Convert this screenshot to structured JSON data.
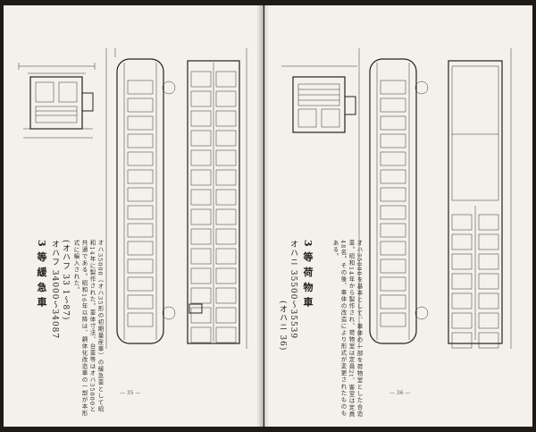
{
  "left": {
    "heading": "3 等 緩 急 車",
    "subtitle": "オハフ 34000〜34087",
    "note": "(オハフ 33 1〜87)",
    "body": "オハ35000（オハ35形の初期量産車）の緩急車として昭和14年に製作された。車体寸法、台車等はオハ35000と共通である。昭和16年以降は、鋼体化改造車の一部が本形式に編入された。",
    "page_number": "— 35 —"
  },
  "right": {
    "heading": "3 等 荷 物 車",
    "subtitle": "オハニ 35500〜35539",
    "note": "(オハニ 36)",
    "body": "オハ35000を基本として、車体の一部を荷物室とした合造車。昭和14年から製作され、荷物室は定員2t、客室は定員48名。その後、車体の改造により形式が変更されたものもある。",
    "page_number": "— 36 —"
  }
}
